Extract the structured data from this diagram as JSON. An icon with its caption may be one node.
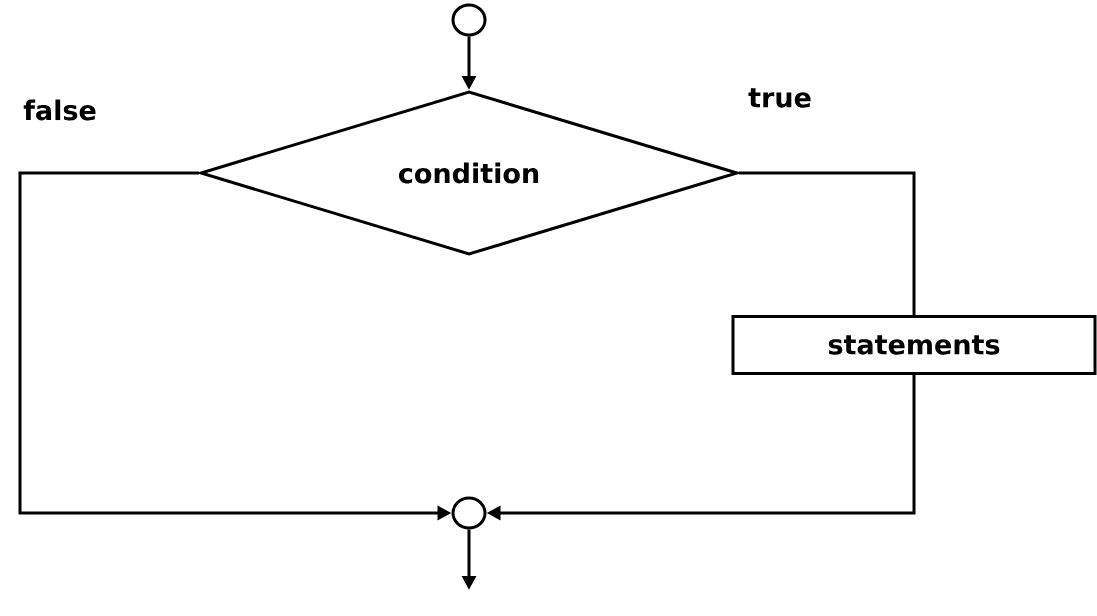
{
  "diagram": {
    "nodes": [
      {
        "text": [],
        "shape": "circle"
      },
      {
        "text": [
          "condition"
        ]
      },
      {
        "text": [
          "statements"
        ]
      },
      {
        "text": [],
        "shape": "circle"
      }
    ],
    "edges": [
      {
        "from": 0,
        "to": 1,
        "arrow": "to"
      },
      {
        "from": 1,
        "to": 2,
        "arrow": "none",
        "label": "true"
      },
      {
        "from": 1,
        "to": 3,
        "arrow": "to",
        "label": "false"
      },
      {
        "from": 2,
        "to": 3,
        "arrow": "to"
      },
      {
        "from": 3,
        "to": null,
        "arrow": "to"
      }
    ]
  }
}
